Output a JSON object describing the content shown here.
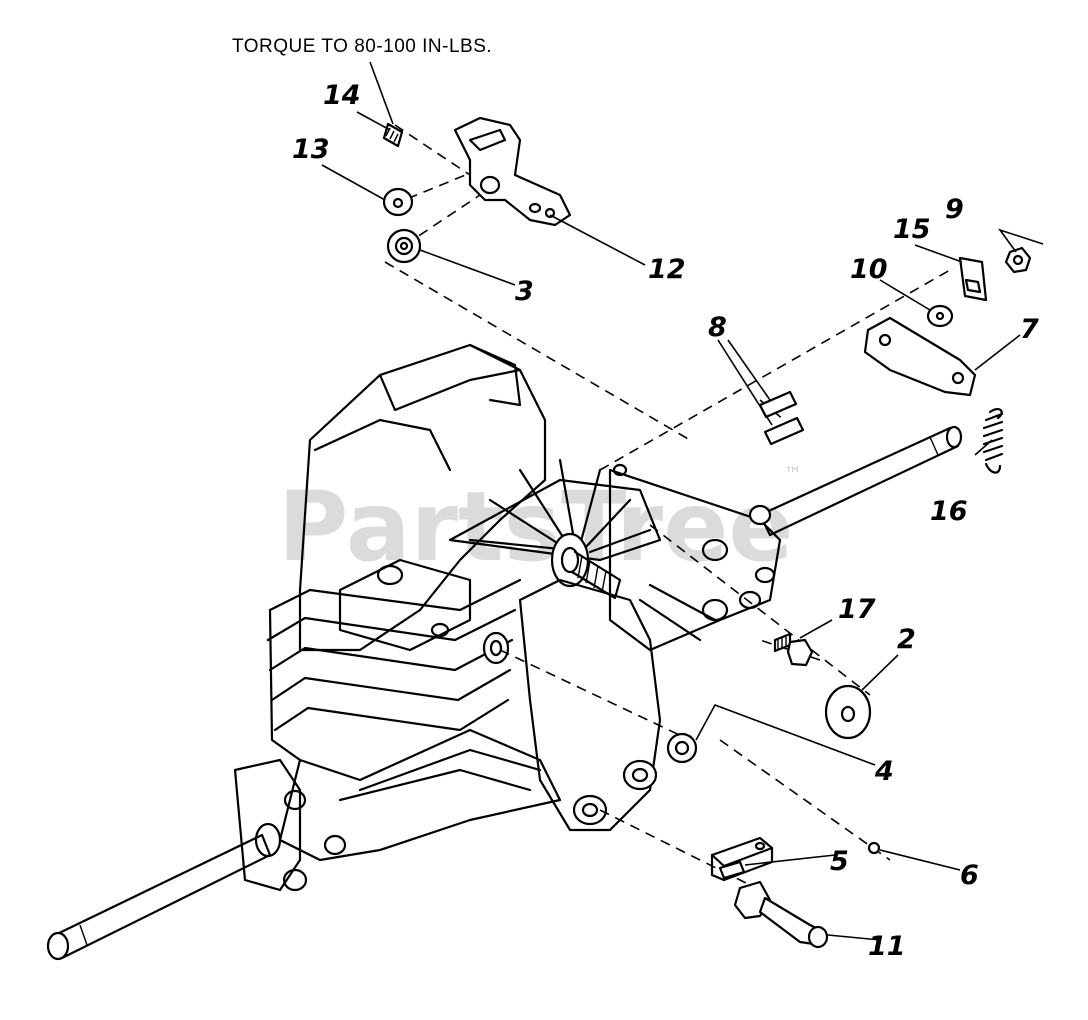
{
  "note": "TORQUE TO 80-100 IN-LBS.",
  "watermark": {
    "text": "PartsTree",
    "trademark": "™"
  },
  "callouts": [
    "14",
    "13",
    "12",
    "3",
    "9",
    "15",
    "10",
    "7",
    "8",
    "16",
    "17",
    "2",
    "4",
    "5",
    "6",
    "11"
  ],
  "colors": {
    "ink": "#000000",
    "background": "#ffffff",
    "watermark": "#cfcfcf"
  }
}
